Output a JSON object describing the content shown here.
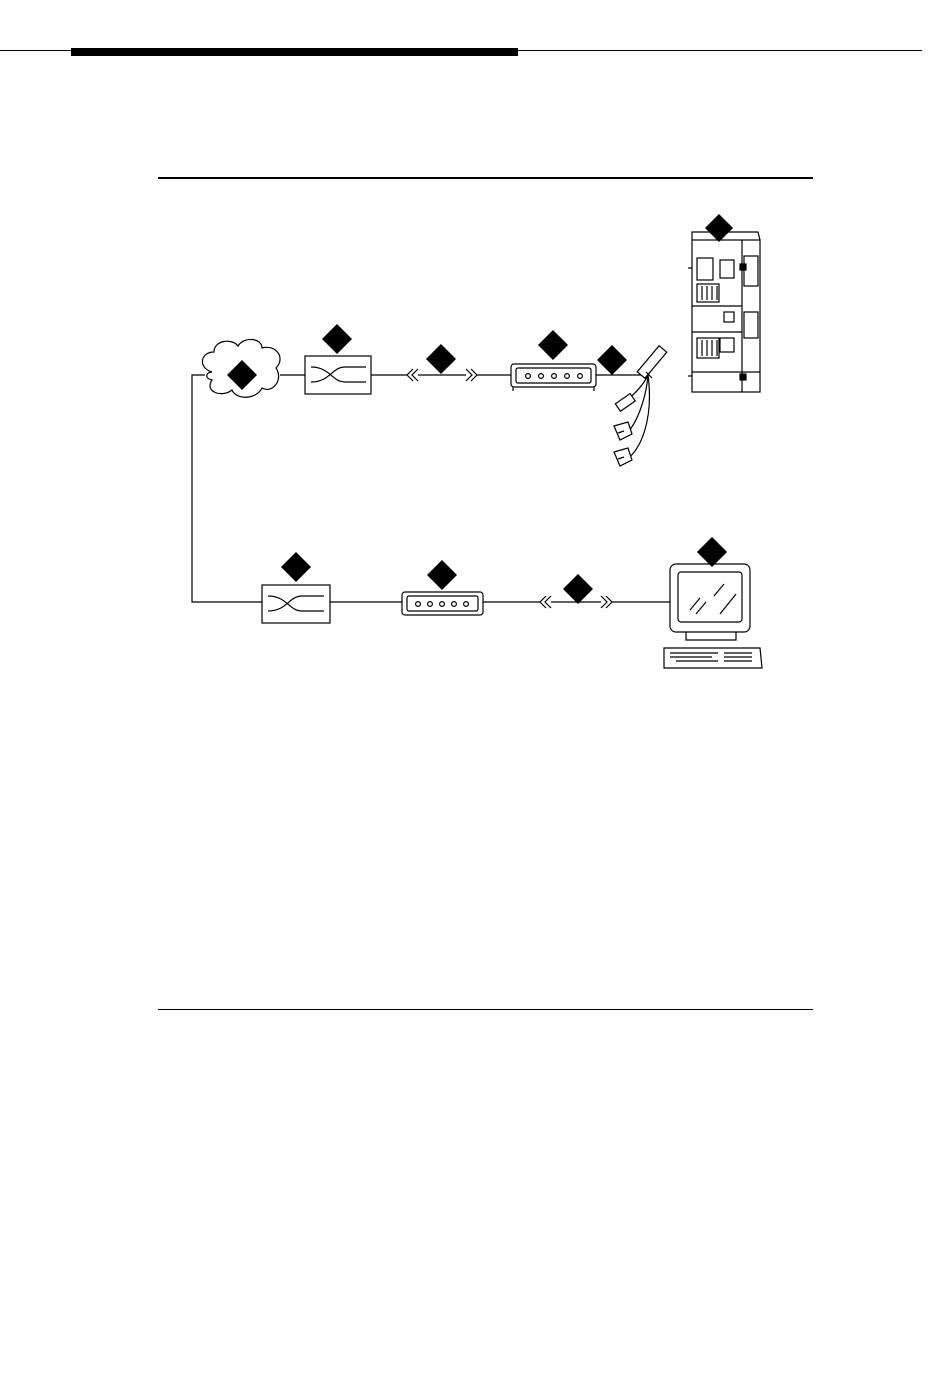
{
  "page": {
    "header_rule": "top-rule-with-heavy-bar",
    "figure_top_rule": "rule",
    "figure_bottom_rule": "rule"
  },
  "diagram": {
    "callout_marker": "black-diamond",
    "nodes": [
      {
        "id": "switch-cabinet",
        "icon": "equipment-cabinet-icon"
      },
      {
        "id": "cloud",
        "icon": "network-cloud-icon"
      },
      {
        "id": "switch-a",
        "icon": "central-office-switch-icon"
      },
      {
        "id": "line-a",
        "icon": "break-line-icon"
      },
      {
        "id": "modem-a",
        "icon": "modem-icon"
      },
      {
        "id": "cable-a",
        "icon": "cable-connector-icon"
      },
      {
        "id": "switch-b",
        "icon": "central-office-switch-icon"
      },
      {
        "id": "modem-b",
        "icon": "modem-icon"
      },
      {
        "id": "line-b",
        "icon": "break-line-icon"
      },
      {
        "id": "terminal",
        "icon": "computer-terminal-icon"
      }
    ],
    "colors": {
      "line": "#000000",
      "fill": "#ffffff"
    }
  }
}
